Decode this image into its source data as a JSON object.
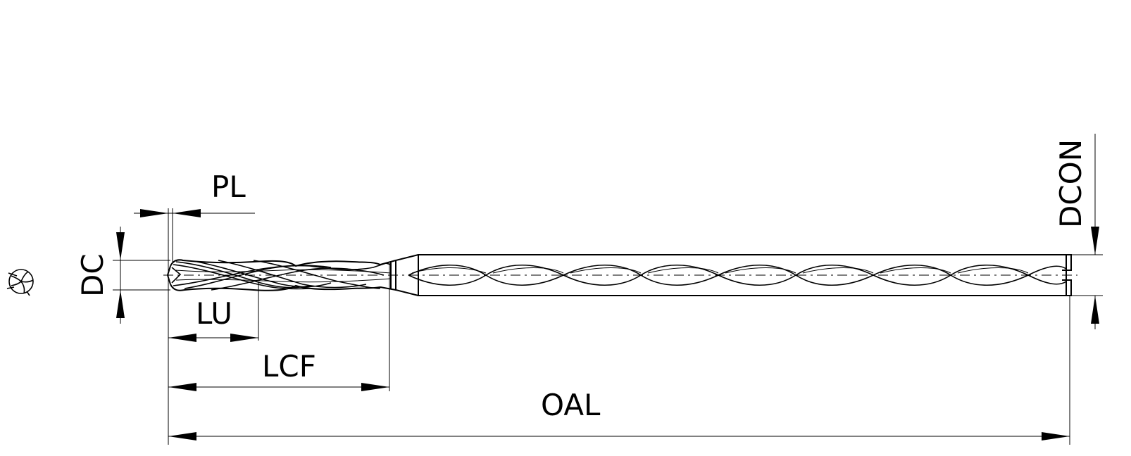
{
  "labels": {
    "pl": "PL",
    "dc": "DC",
    "lu": "LU",
    "lcf": "LCF",
    "oal": "OAL",
    "dcon": "DCON"
  },
  "icons": {
    "end_view": "drill-end-view-icon"
  }
}
